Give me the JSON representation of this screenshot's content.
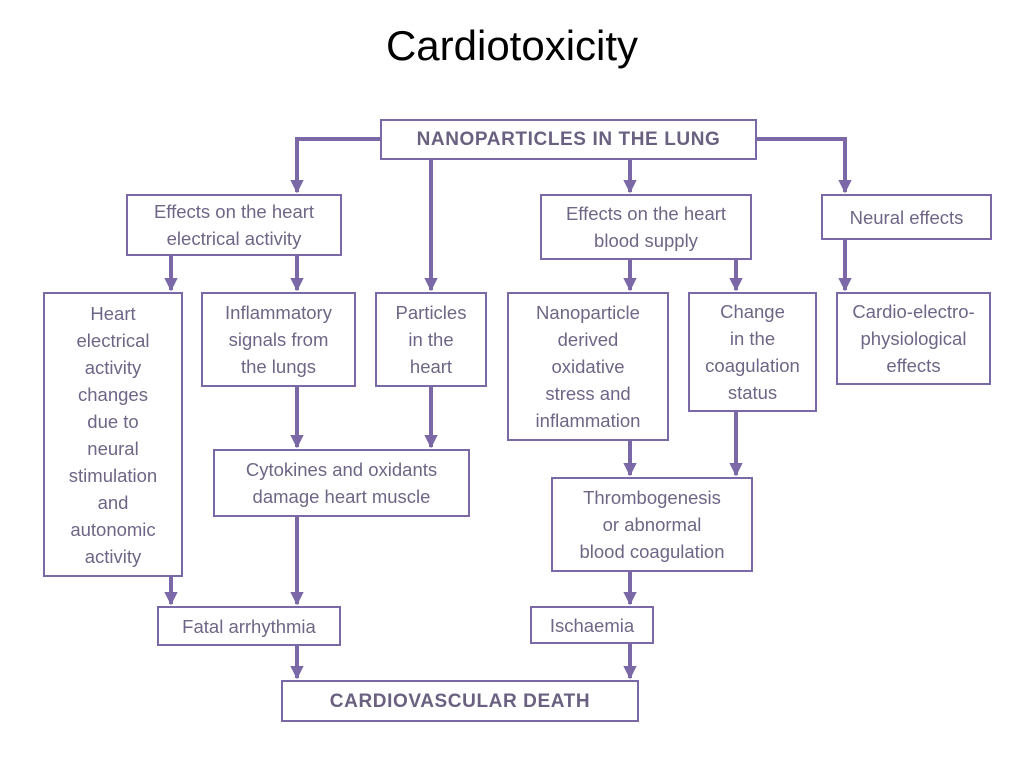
{
  "title": "Cardiotoxicity",
  "nodes": {
    "lung": "NANOPARTICLES IN THE LUNG",
    "electrical": "Effects on the heart\nelectrical activity",
    "blood_supply": "Effects on the heart\nblood supply",
    "neural": "Neural effects",
    "neural_stim": "Heart\nelectrical\nactivity\nchanges\ndue to\nneural\nstimulation\nand\nautonomic\nactivity",
    "inflammatory": "Inflammatory\nsignals from\nthe lungs",
    "particles_heart": "Particles\nin the\nheart",
    "oxidative": "Nanoparticle\nderived\noxidative\nstress and\ninflammation",
    "coagulation": "Change\nin the\ncoagulation\nstatus",
    "cardio_electro": "Cardio-electro-\nphysiological\neffects",
    "cytokines": "Cytokines and oxidants\ndamage heart muscle",
    "thrombogenesis": "Thrombogenesis\nor abnormal\nblood coagulation",
    "arrhythmia": "Fatal arrhythmia",
    "ischaemia": "Ischaemia",
    "death": "CARDIOVASCULAR DEATH"
  },
  "colors": {
    "line": "#7b68a6",
    "text": "#6f6686"
  }
}
